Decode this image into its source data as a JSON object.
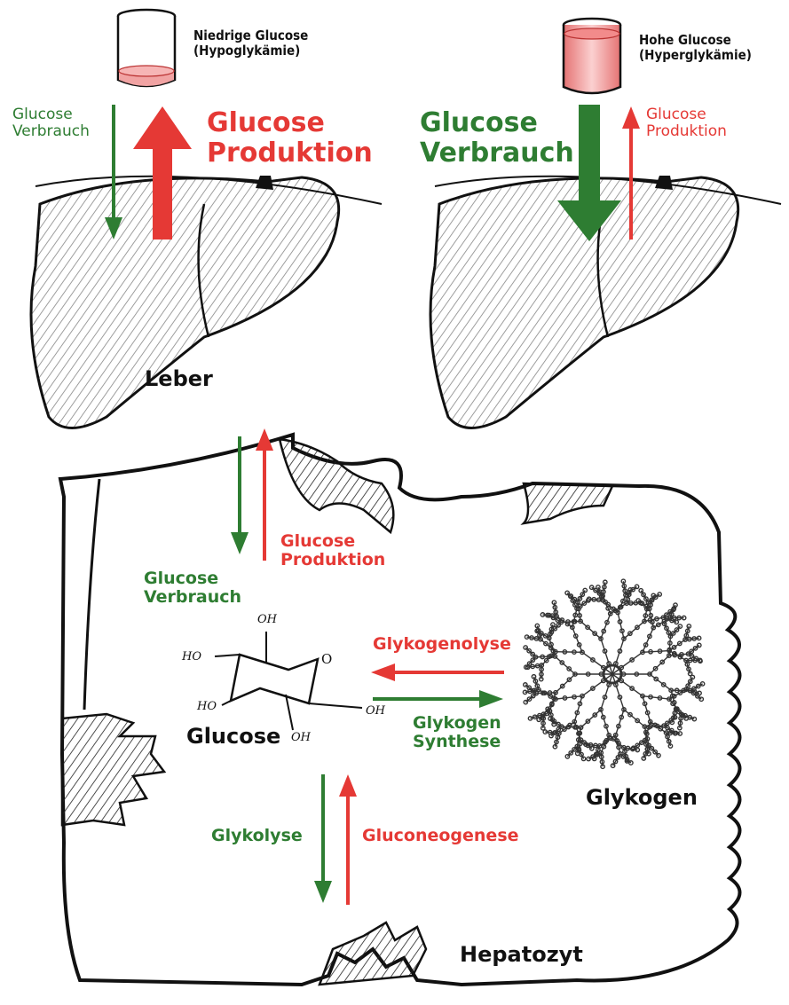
{
  "top_left": {
    "beaker_caption": "Niedrige Glucose\n(Hypoglykämie)",
    "green_label": "Glucose\nVerbrauch",
    "red_label": "Glucose\nProduktion",
    "organ_label": "Leber"
  },
  "top_right": {
    "beaker_caption": "Hohe Glucose\n(Hyperglykämie)",
    "green_label": "Glucose\nVerbrauch",
    "red_label": "Glucose\nProduktion"
  },
  "cell": {
    "red_label": "Glucose\nProduktion",
    "green_label": "Glucose\nVerbrauch",
    "glucose_label": "Glucose",
    "glycogenolysis_label": "Glykogenolyse",
    "glycogen_synthesis_label": "Glykogen\nSynthese",
    "glycogen_label": "Glykogen",
    "glycolysis_label": "Glykolyse",
    "gluconeogenesis_label": "Gluconeogenese",
    "hepatocyte_label": "Hepatozyt"
  },
  "molecule": {
    "oh_labels": [
      "OH",
      "HO",
      "O",
      "HO",
      "OH",
      "OH"
    ]
  },
  "colors": {
    "green": "#2e7d32",
    "red": "#e53935",
    "beaker_fill": "#f1a3a3",
    "ink": "#111111"
  }
}
